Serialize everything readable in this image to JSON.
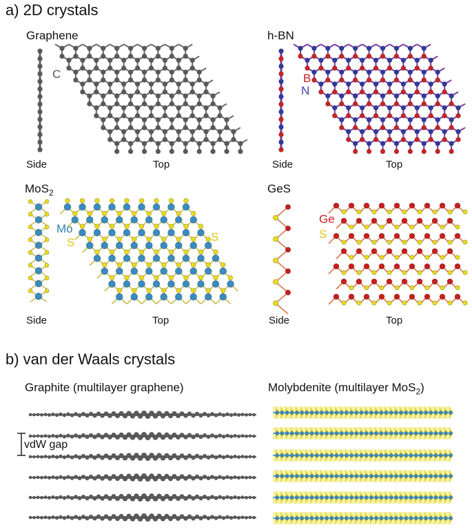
{
  "section_a": {
    "title": "a) 2D crystals",
    "panels": [
      {
        "name": "Graphene",
        "side": "Side",
        "top": "Top",
        "elements": [
          {
            "symbol": "C",
            "color": "#555555"
          }
        ]
      },
      {
        "name": "h-BN",
        "side": "Side",
        "top": "Top",
        "elements": [
          {
            "symbol": "B",
            "color": "#cc2222"
          },
          {
            "symbol": "N",
            "color": "#3a45a8"
          }
        ]
      },
      {
        "name": "MoS",
        "name_sub": "2",
        "side": "Side",
        "top": "Top",
        "elements": [
          {
            "symbol": "Mo",
            "color": "#2f7fb0"
          },
          {
            "symbol": "S",
            "color": "#e3d21c"
          }
        ],
        "extra_label": "S"
      },
      {
        "name": "GeS",
        "side": "Side",
        "top": "Top",
        "elements": [
          {
            "symbol": "Ge",
            "color": "#c91f1f"
          },
          {
            "symbol": "S",
            "color": "#e3d21c"
          }
        ]
      }
    ]
  },
  "section_b": {
    "title": "b) van der Waals crystals",
    "graphite": {
      "name": "Graphite (multilayer graphene)",
      "gap_label": "vdW gap",
      "layers": 6
    },
    "molybdenite": {
      "name_prefix": "Molybdenite (multilayer MoS",
      "name_sub": "2",
      "name_suffix": ")",
      "layers": 6
    }
  },
  "colors": {
    "carbon": "#5a5a5a",
    "boron": "#cc2222",
    "nitrogen": "#2e3aa0",
    "molybdenum": "#3a8bbf",
    "sulfur": "#e8dc1a",
    "germanium": "#c81e1e"
  }
}
